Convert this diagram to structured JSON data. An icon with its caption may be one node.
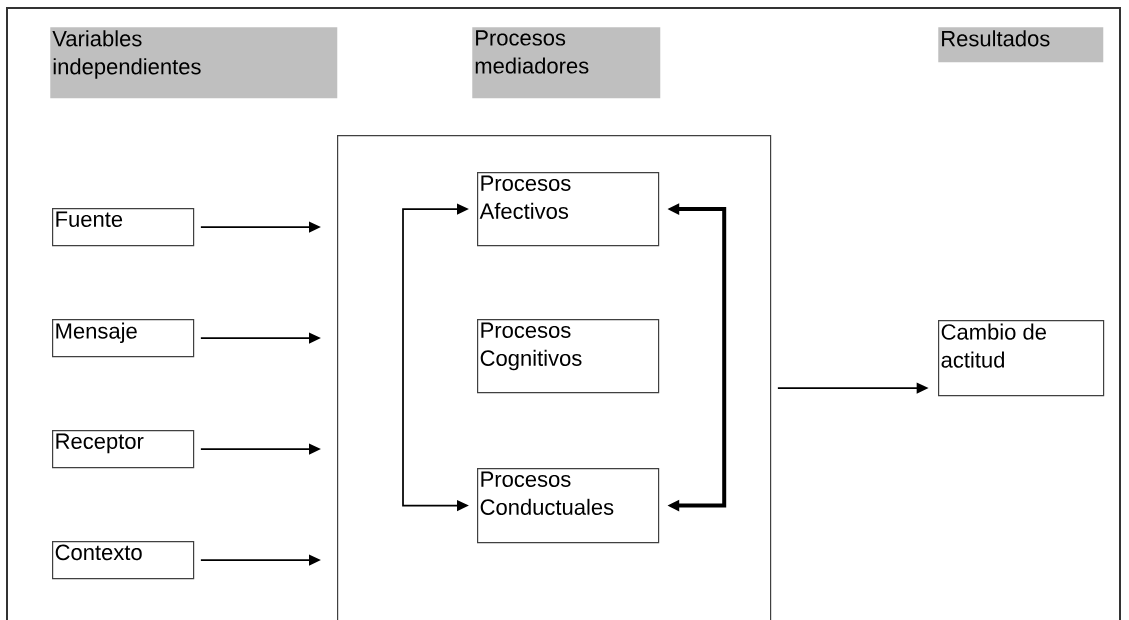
{
  "diagram": {
    "nodes": [
      {
        "text": [
          "Variables independientes"
        ]
      },
      {
        "text": [
          "Procesos mediadores"
        ]
      },
      {
        "text": [
          "Resultados"
        ]
      },
      {
        "text": [
          "Fuente"
        ]
      },
      {
        "text": [
          "Mensaje"
        ]
      },
      {
        "text": [
          "Receptor"
        ]
      },
      {
        "text": [
          "Contexto"
        ]
      },
      {
        "text": [],
        "shape": "box"
      },
      {
        "text": [
          "Procesos Afectivos"
        ],
        "in": 7
      },
      {
        "text": [
          "Procesos Cognitivos"
        ],
        "in": 7
      },
      {
        "text": [
          "Procesos Conductuales"
        ],
        "in": 7
      },
      {
        "text": [
          "Cambio de actitud"
        ]
      }
    ],
    "edges": [
      {
        "from": 3,
        "to": 7,
        "arrow": "to"
      },
      {
        "from": 4,
        "to": 7,
        "arrow": "to"
      },
      {
        "from": 5,
        "to": 7,
        "arrow": "to"
      },
      {
        "from": 6,
        "to": 7,
        "arrow": "to"
      },
      {
        "from": 8,
        "to": 10,
        "arrow": "both"
      },
      {
        "from": 8,
        "to": 10,
        "arrow": "both",
        "style": "thick"
      },
      {
        "from": 7,
        "to": 11,
        "arrow": "to"
      }
    ]
  }
}
